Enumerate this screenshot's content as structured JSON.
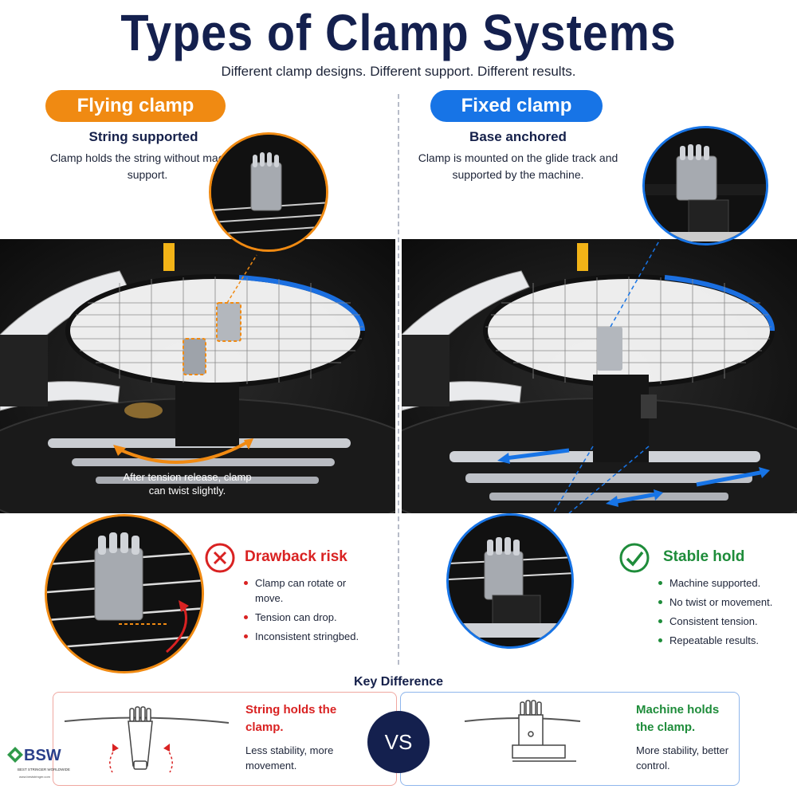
{
  "header": {
    "title": "Types of Clamp Systems",
    "subtitle": "Different clamp designs. Different support. Different results."
  },
  "left": {
    "pill": "Flying clamp",
    "subheading": "String supported",
    "description": "Clamp holds the string without machine support.",
    "caption": "After tension release, clamp can twist slightly.",
    "risk_title": "Drawback risk",
    "risk_items": [
      "Clamp can rotate or move.",
      "Tension can drop.",
      "Inconsistent stringbed."
    ]
  },
  "right": {
    "pill": "Fixed clamp",
    "subheading": "Base anchored",
    "description": "Clamp is mounted on the glide track and supported by the machine.",
    "stable_title": "Stable hold",
    "stable_items": [
      "Machine supported.",
      "No twist or movement.",
      "Consistent tension.",
      "Repeatable results."
    ]
  },
  "key_difference": {
    "heading": "Key Difference",
    "vs": "VS",
    "left_title": "String holds the clamp.",
    "left_desc": "Less stability, more movement.",
    "right_title": "Machine holds the clamp.",
    "right_desc": "More stability, better control."
  },
  "logo": {
    "name": "BSW",
    "tagline": "BEST STRINGER WORLDWIDE",
    "url": "www.beststringer.com"
  },
  "colors": {
    "orange": "#f08a12",
    "blue": "#1774e6",
    "navy": "#14204e",
    "red": "#d92222",
    "green": "#1e8c3a"
  }
}
